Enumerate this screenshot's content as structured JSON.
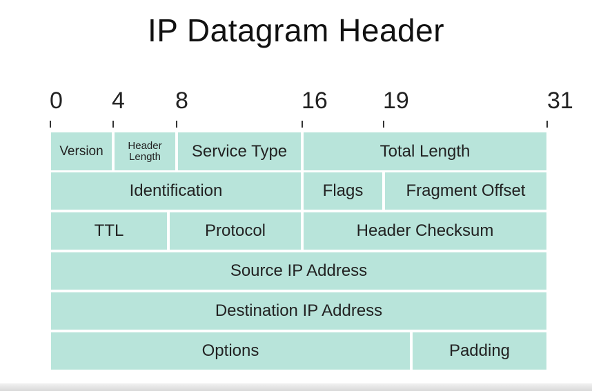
{
  "title": "IP Datagram Header",
  "bit_labels": [
    "0",
    "4",
    "8",
    "16",
    "19",
    "31"
  ],
  "fields": {
    "version": "Version",
    "header_length_line1": "Header",
    "header_length_line2": "Length",
    "service_type": "Service Type",
    "total_length": "Total Length",
    "identification": "Identification",
    "flags": "Flags",
    "fragment_offset": "Fragment Offset",
    "ttl": "TTL",
    "protocol": "Protocol",
    "header_checksum": "Header Checksum",
    "source_ip": "Source IP Address",
    "destination_ip": "Destination IP Address",
    "options": "Options",
    "padding": "Padding"
  },
  "colors": {
    "cell_fill": "#b8e4da",
    "background": "#ffffff"
  }
}
